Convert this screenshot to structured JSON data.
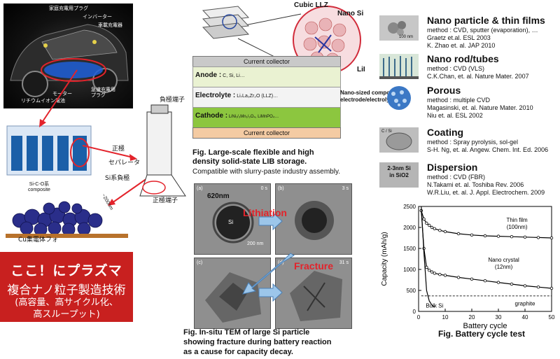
{
  "car": {
    "label_plug_home": "家庭充電用プラグ",
    "label_inverter": "インバーター",
    "label_charger": "車載充電器",
    "label_motor": "モーター",
    "label_fast_plug": "急速充電用\nプラグ",
    "label_battery": "リチウムイオン電池"
  },
  "cell": {
    "neg_terminal": "負極端子",
    "positive": "正極",
    "separator": "セパレータ",
    "si_negative": "Si系負極",
    "pos_terminal": "正極端子"
  },
  "composite": {
    "label": "Si-C-O系\ncomposite",
    "scale": "~200nm",
    "cu": "Cu集電体フォ"
  },
  "promo": {
    "title": "ここ！にプラズマ",
    "subtitle": "複合ナノ粒子製造技術",
    "detail": "(高容量、高サイクル化、\n高スループット)"
  },
  "lib": {
    "cubic_llz": "Cubic LLZ",
    "nano_si": "Nano Si",
    "lil": "LiI",
    "collector_top": "Current collector",
    "anode_label": "Anode :",
    "anode_rest": " C, Si, Li…",
    "electrolyte_label": "Electrolyte :",
    "electrolyte_rest": " Li₇La₃Zr₂O (LLZ)…",
    "cathode_label": "Cathode :",
    "cathode_rest": " LiNi₁/₃Mn₁/₃O₄, LiMnPO₄…",
    "nano_comp": "Nano-sized composites\nelectrode/electrolyte",
    "collector_bottom": "Current collector",
    "caption": "Fig. Large-scale flexible and high\ndensity solid-state LIB storage.",
    "caption_sub": "Compatible with slurry-paste industry assembly."
  },
  "tem": {
    "panels": [
      {
        "tag": "(a)",
        "time": "0 s"
      },
      {
        "tag": "(b)",
        "time": "3 s"
      },
      {
        "tag": "(c)",
        "time": ""
      },
      {
        "tag": "(d)",
        "time": "31 s"
      }
    ],
    "size_label": "620nm",
    "si_label": "Si",
    "scale": "200 nm",
    "lithiation": "Lithiation",
    "fracture": "Fracture",
    "caption": "Fig. In-situ TEM of large Si particle\nshowing fracture during battery reaction\nas a cause for capacity decay."
  },
  "methods": [
    {
      "title": "Nano particle & thin films",
      "lines": [
        "method : CVD, sputter (evaporation), …",
        "Graetz et.al. ESL 2003",
        "K. Zhao et. al. JAP 2010"
      ],
      "img_note": "100 nm"
    },
    {
      "title": "Nano rod/tubes",
      "lines": [
        "method : CVD (VLS)",
        "C.K.Chan, et. al. Nature Mater. 2007"
      ],
      "img_note": ""
    },
    {
      "title": "Porous",
      "lines": [
        "method : multiple CVD",
        "Magasinski, et. al. Nature Mater. 2010",
        "Niu et. al. ESL 2002"
      ],
      "img_note": ""
    },
    {
      "title": "Coating",
      "lines": [
        "method : Spray pyrolysis, sol-gel",
        "S-H. Ng, et. al. Angew. Chem. Int. Ed. 2006"
      ],
      "img_note": "C / Si"
    },
    {
      "title": "Dispersion",
      "lines": [
        "method : CVD (FBR)",
        "N.Takami et. al. Toshiba Rev. 2006",
        "W.R.Liu, et. al. J. Appl. Electrochem. 2009"
      ],
      "img_note": "2-3nm Si\nin SiO2"
    }
  ],
  "chart_data": {
    "type": "line",
    "title": "",
    "xlabel": "Battery cycle",
    "ylabel": "Capacity  (mAh/g)",
    "xlim": [
      0,
      50
    ],
    "ylim": [
      0,
      2500
    ],
    "xticks": [
      0,
      10,
      20,
      30,
      40,
      50
    ],
    "yticks": [
      0,
      500,
      1000,
      1500,
      2000,
      2500
    ],
    "series": [
      {
        "name": "Thin film\n(100nm)",
        "x": [
          1,
          2,
          3,
          4,
          5,
          6,
          8,
          10,
          15,
          20,
          25,
          30,
          35,
          40,
          45,
          50
        ],
        "y": [
          2400,
          2200,
          2100,
          2050,
          2000,
          1970,
          1930,
          1900,
          1850,
          1820,
          1800,
          1790,
          1780,
          1770,
          1760,
          1750
        ]
      },
      {
        "name": "Nano crystal\n(12nm)",
        "x": [
          1,
          2,
          3,
          4,
          5,
          6,
          8,
          10,
          15,
          20,
          25,
          30,
          35,
          40,
          45,
          50
        ],
        "y": [
          2400,
          1500,
          1050,
          980,
          940,
          910,
          880,
          860,
          810,
          770,
          730,
          690,
          650,
          610,
          580,
          550
        ]
      },
      {
        "name": "graphite",
        "x": [
          1,
          5,
          10,
          20,
          30,
          40,
          50
        ],
        "y": [
          372,
          370,
          370,
          370,
          370,
          370,
          370
        ]
      },
      {
        "name": "Bulk Si",
        "x": [
          1,
          2,
          3,
          4,
          5,
          6
        ],
        "y": [
          2500,
          1400,
          500,
          250,
          150,
          100
        ]
      }
    ],
    "caption": "Fig. Battery cycle test"
  }
}
